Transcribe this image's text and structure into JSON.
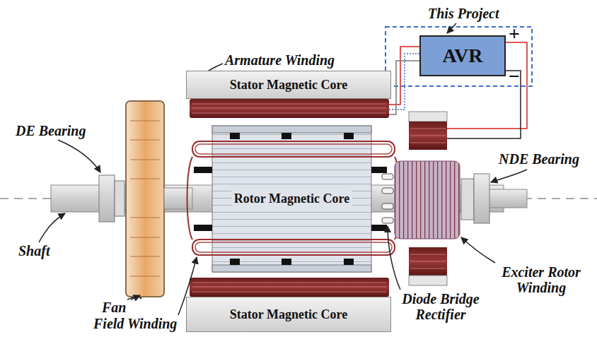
{
  "diagram": {
    "nodes": [
      {
        "text": [
          "Stator Magnetic Core"
        ]
      },
      {
        "text": [
          "AVR"
        ]
      },
      {
        "text": [
          "Rotor Magnetic Core"
        ]
      },
      {
        "text": [
          "Stator Magnetic Core"
        ]
      }
    ],
    "labels": [
      "This Project",
      "Armature Winding",
      "+",
      "DE Bearing",
      "NDE Bearing",
      "−",
      "Shaft",
      "Exciter Rotor Winding",
      "Fan",
      "Field Winding",
      "Diode Bridge Rectifier"
    ]
  }
}
